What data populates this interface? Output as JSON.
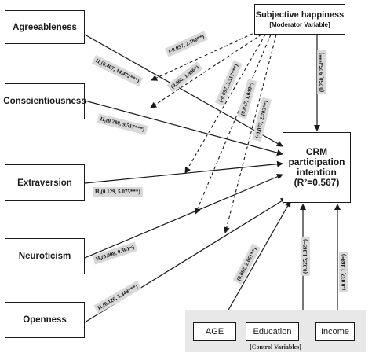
{
  "nodes": {
    "agreeableness": "Agreeableness",
    "conscientiousness": "Conscientiousness",
    "extraversion": "Extraversion",
    "neuroticism": "Neuroticism",
    "openness": "Openness",
    "moderator_title": "Subjective happiness",
    "moderator_sub": "[Moderator Variable]",
    "crm_line1": "CRM",
    "crm_line2": "participation",
    "crm_line3": "intention",
    "crm_line4": "(R²=0.567)",
    "age": "AGE",
    "education": "Education",
    "income": "Income",
    "control_caption": "[Control Variables]"
  },
  "paths": {
    "h1": "H₁(0.407, 14.472***)",
    "h2": "H₂(0.280, 9.517***)",
    "h3": "H₃(0.129, 5.075***)",
    "h4": "H₄(0.008, 0.301ⁿˢ)",
    "h5": "H₅(0.126, 5.448***)",
    "mod1": "(-0.057, 2.180**)",
    "mod2": "(0.066, 1.906*)",
    "mod3": "(-0.097, 3.517***)",
    "mod4": "(0.027, 1.048ⁿˢ)",
    "mod5": "(-0.077, 2.703**)",
    "direct": "(0.250, 9.254***)",
    "age_path": "(0.062, 2.051**)",
    "edu_path": "(0.025, 1.069ⁿˢ)",
    "inc_path": "(-0.032, 1.468ⁿˢ)"
  }
}
